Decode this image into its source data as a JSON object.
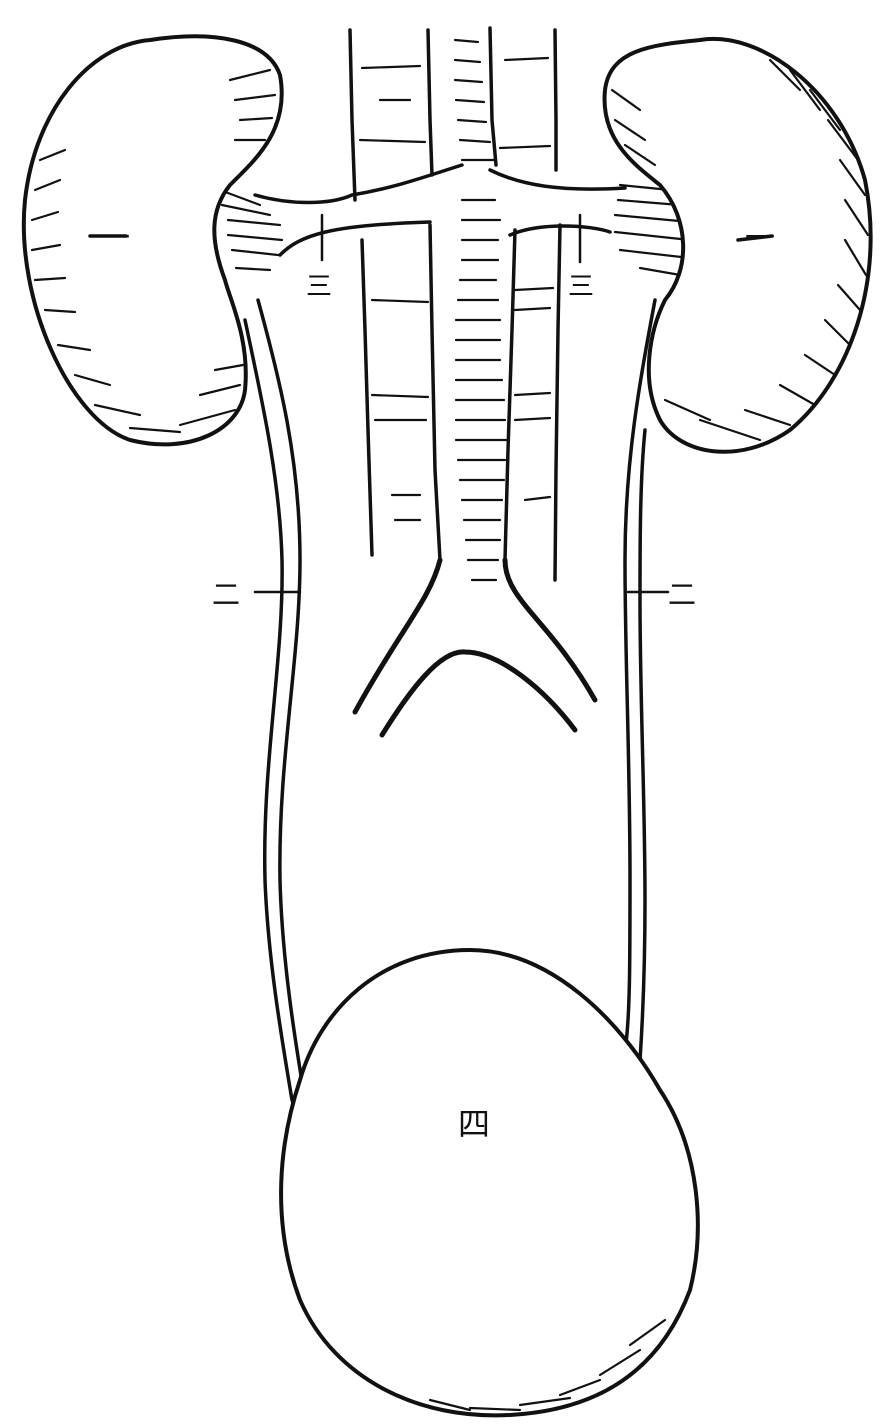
{
  "labels": {
    "kidney_left": "一",
    "kidney_right": "一",
    "renal_vessel_left": "三",
    "renal_vessel_right": "三",
    "ureter_left": "二",
    "ureter_right": "二",
    "bladder": "四"
  },
  "colors": {
    "ink": "#111111",
    "paper": "#ffffff"
  }
}
